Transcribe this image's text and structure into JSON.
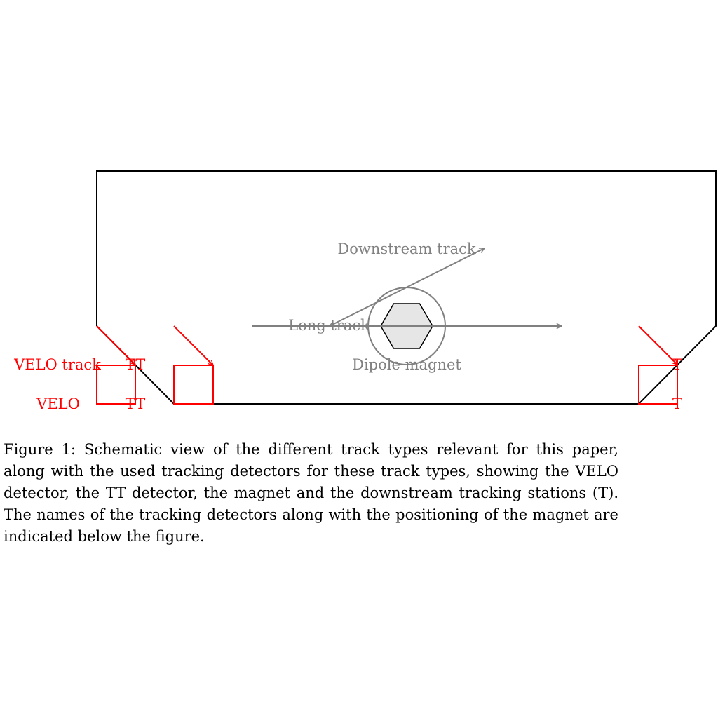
{
  "colors": {
    "outline": "#000000",
    "detector": "#ff0000",
    "track": "#808080",
    "magnet_fill": "#e6e6e6"
  },
  "icons": {
    "magnet": "hexagon-in-circle",
    "track_arrow": "arrow-right"
  },
  "labels": {
    "downstream_track": "Downstream track",
    "long_track": "Long track",
    "dipole_magnet": "Dipole magnet",
    "velo_track": "VELO track",
    "velo": "VELO",
    "tt_upper": "TT",
    "tt_lower": "TT",
    "t_upper": "T",
    "t_lower": "T"
  },
  "caption": {
    "text": "Figure 1: Schematic view of the different track types relevant for this paper, along with the used tracking detectors for these track types, showing the VELO detector, the TT detector, the magnet and the downstream tracking stations (T). The names of the tracking detectors along with the positioning of the magnet are indicated below the figure."
  }
}
